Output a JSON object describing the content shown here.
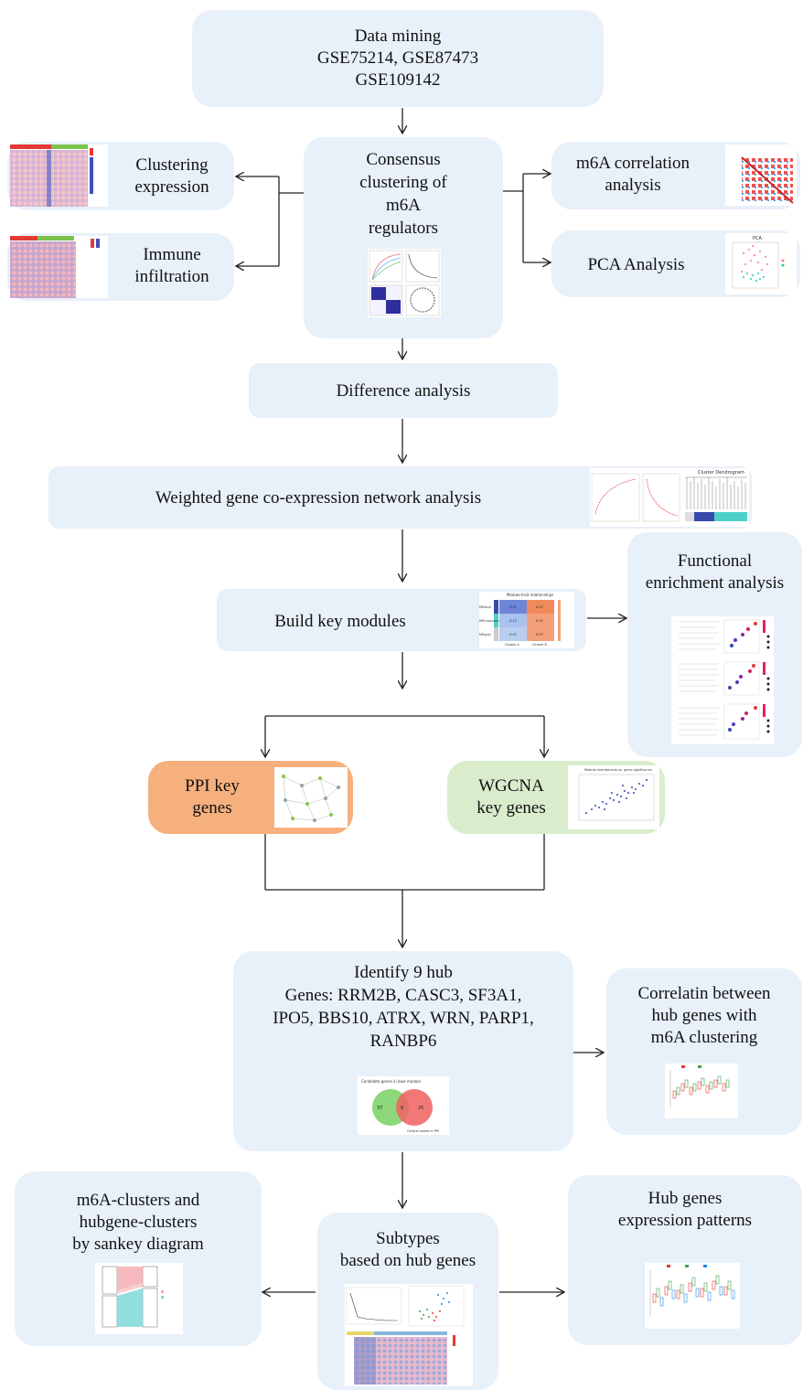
{
  "nodes": {
    "data_mining": "Data mining\nGSE75214, GSE87473\nGSE109142",
    "consensus": "Consensus\nclustering of\nm6A\nregulators",
    "clustering_expression": "Clustering\nexpression",
    "immune_infiltration": "Immune\ninfiltration",
    "m6a_correlation": "m6A correlation\nanalysis",
    "pca_analysis": "PCA Analysis",
    "difference_analysis": "Difference analysis",
    "wgcna_analysis": "Weighted gene co-expression network analysis",
    "build_key_modules": "Build key modules",
    "functional_enrichment": "Functional\nenrichment analysis",
    "ppi_key_genes": "PPI key\ngenes",
    "wgcna_key_genes": "WGCNA\nkey genes",
    "identify_hub": "Identify 9 hub\nGenes: RRM2B, CASC3, SF3A1,\nIPO5, BBS10, ATRX, WRN, PARP1,\nRANBP6",
    "correlation_hub": "Correlatin between\nhub genes with\nm6A clustering",
    "sankey": "m6A-clusters and\nhubgene-clusters\nby sankey diagram",
    "subtypes": "Subtypes\nbased on hub genes",
    "hub_expression": "Hub genes\nexpression patterns"
  },
  "thumbnails": {
    "pca_title": "PCA",
    "module_trait_title": "Module-trait relationships",
    "module_trait_rows": [
      "MEblue",
      "MEturquoise",
      "MEgrey"
    ],
    "module_trait_cols": [
      "Cluster A",
      "Cluster B"
    ],
    "module_trait_cells": [
      "-0.57",
      "0.57",
      "-0.12",
      "0.12",
      "-0.07",
      "0.07"
    ],
    "venn_title": "Candidate genes in blue module",
    "venn_left": "37",
    "venn_mid": "9",
    "venn_right": "25",
    "venn_caption": "Central nodes in PPI",
    "wgcna_scatter_title": "Module membership vs. gene significance",
    "dendro_title": "Cluster Dendrogram"
  },
  "colors": {
    "box_fill": "#e8f0f9",
    "ppi_fill": "#f5b07e",
    "wgcna_fill": "#d9eccc",
    "arrow": "#222222",
    "venn_green": "#7fd36a",
    "venn_red": "#f06060"
  }
}
